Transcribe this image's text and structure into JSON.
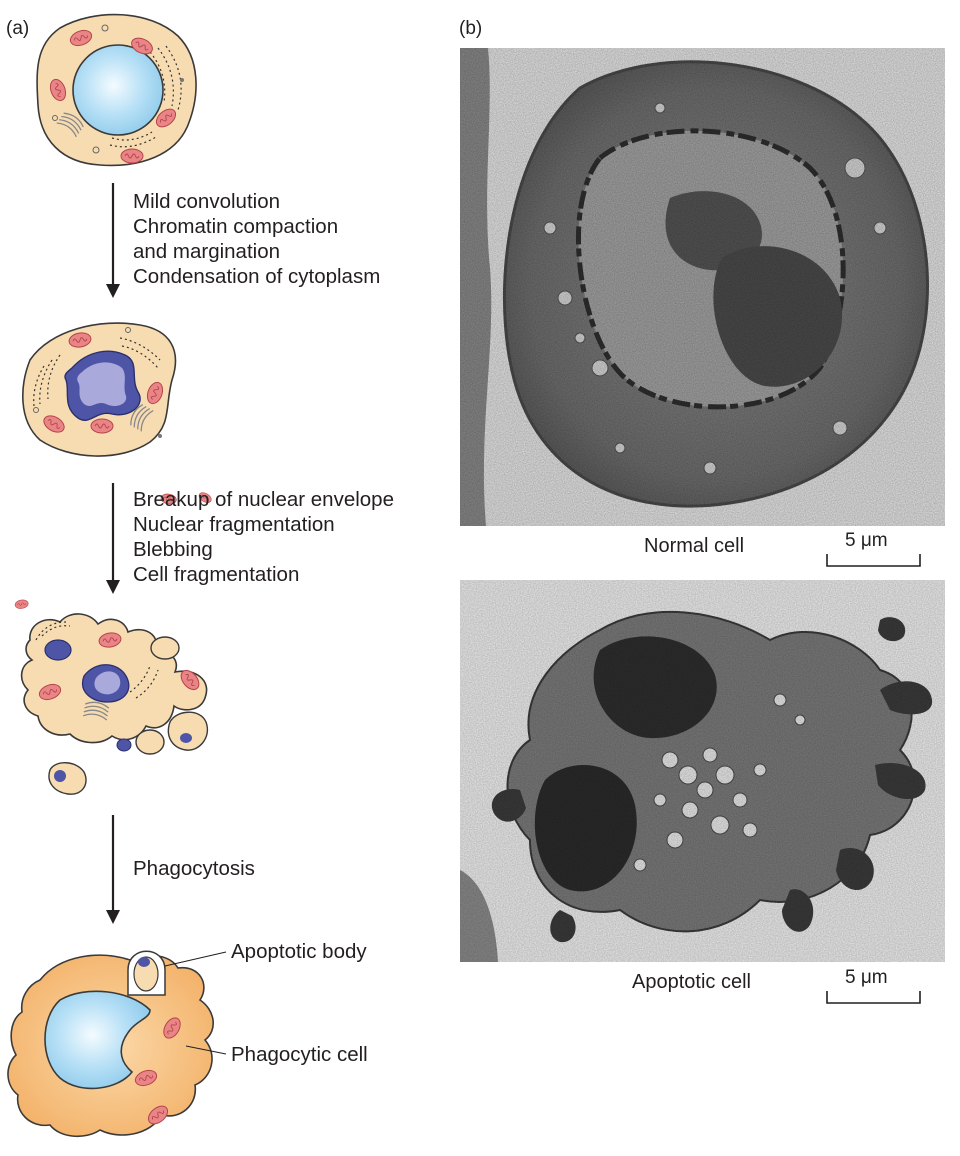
{
  "panels": {
    "a_label": "(a)",
    "b_label": "(b)"
  },
  "steps": [
    {
      "lines": [
        "Mild convolution",
        "Chromatin compaction",
        "and margination",
        "Condensation of cytoplasm"
      ]
    },
    {
      "lines": [
        "Breakup of nuclear envelope",
        "Nuclear fragmentation",
        "Blebbing",
        "Cell fragmentation"
      ]
    },
    {
      "lines": [
        "Phagocytosis"
      ]
    }
  ],
  "callouts": {
    "apoptotic_body": "Apoptotic body",
    "phagocytic_cell": "Phagocytic cell"
  },
  "micrographs": {
    "normal": {
      "caption": "Normal cell",
      "scale": "5 μm"
    },
    "apoptotic": {
      "caption": "Apoptotic cell",
      "scale": "5 μm"
    }
  },
  "colors": {
    "cytoplasm": "#f8d9ae",
    "cell_outline": "#3a3a3a",
    "nucleus": "#a9d8f2",
    "condensed_nucleus": "#4e55a6",
    "condensed_nucleus_light": "#a9a9dc",
    "mitochondria": "#e27a7d",
    "phagocyte": "#f3b36d"
  }
}
